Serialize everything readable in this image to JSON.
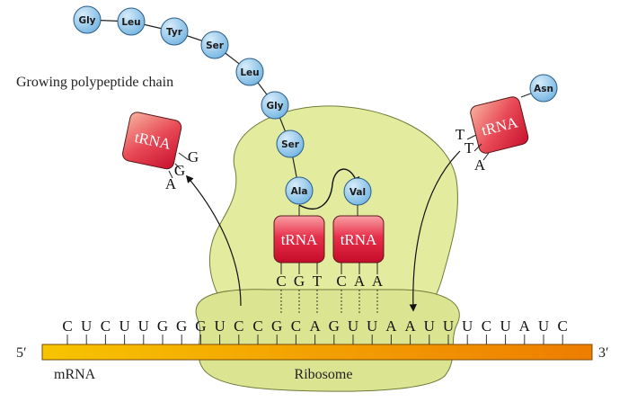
{
  "colors": {
    "ribosome": "#dfe89a",
    "ribosome_stroke": "#6f7a3a",
    "amino_acid": "#8fc3e8",
    "trna_top": "#f06b7a",
    "trna_bottom": "#d8122f",
    "mrna_fill": "#f2a200",
    "mrna_stroke": "#7a4b00"
  },
  "labels": {
    "chain": "Growing polypeptide chain",
    "mrna": "mRNA",
    "ribosome": "Ribosome",
    "five_prime": "5′",
    "three_prime": "3′"
  },
  "polypeptide": [
    "Gly",
    "Leu",
    "Tyr",
    "Ser",
    "Leu",
    "Gly",
    "Ser",
    "Ala"
  ],
  "incoming_amino_acid": "Val",
  "arriving_amino_acid": "Asn",
  "trna_label": "tRNA",
  "mrna_sequence": [
    "C",
    "U",
    "C",
    "U",
    "U",
    "G",
    "G",
    "G",
    "U",
    "C",
    "C",
    "G",
    "C",
    "A",
    "G",
    "U",
    "U",
    "A",
    "A",
    "U",
    "U",
    "U",
    "C",
    "U",
    "A",
    "U",
    "C"
  ],
  "p_site_anticodon": [
    "C",
    "G",
    "T"
  ],
  "a_site_anticodon": [
    "C",
    "A",
    "A"
  ],
  "leaving_trna_anticodon": [
    "G",
    "G",
    "A"
  ],
  "arriving_trna_anticodon": [
    "T",
    "T",
    "A"
  ]
}
